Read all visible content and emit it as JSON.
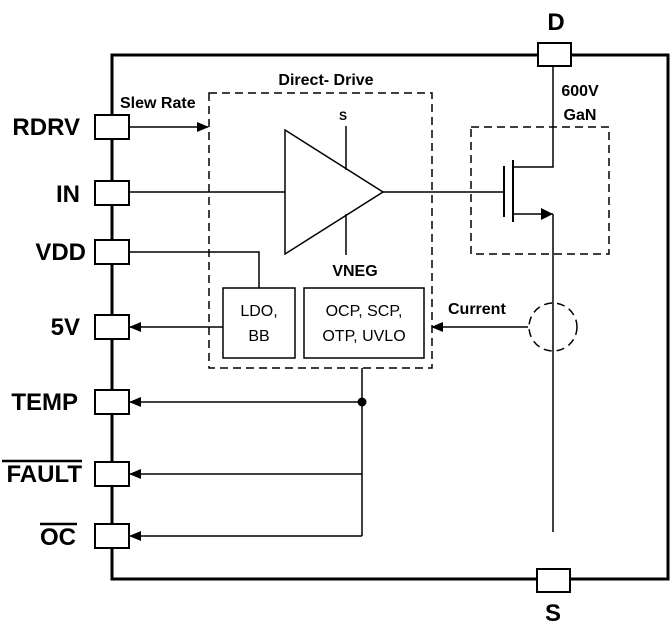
{
  "pins": {
    "rdrv": "RDRV",
    "in": "IN",
    "vdd": "VDD",
    "v5": "5V",
    "temp": "TEMP",
    "fault": "FAULT",
    "oc": "OC"
  },
  "terminals": {
    "drain": "D",
    "source": "S"
  },
  "direct_drive": {
    "title": "Direct- Drive",
    "slew_rate": "Slew Rate",
    "amp_source_label": "S",
    "vneg": "VNEG",
    "ldo_line1": "LDO,",
    "ldo_line2": "BB",
    "prot_line1": "OCP, SCP,",
    "prot_line2": "OTP, UVLO"
  },
  "gan": {
    "voltage": "600V",
    "type": "GaN"
  },
  "current_label": "Current"
}
